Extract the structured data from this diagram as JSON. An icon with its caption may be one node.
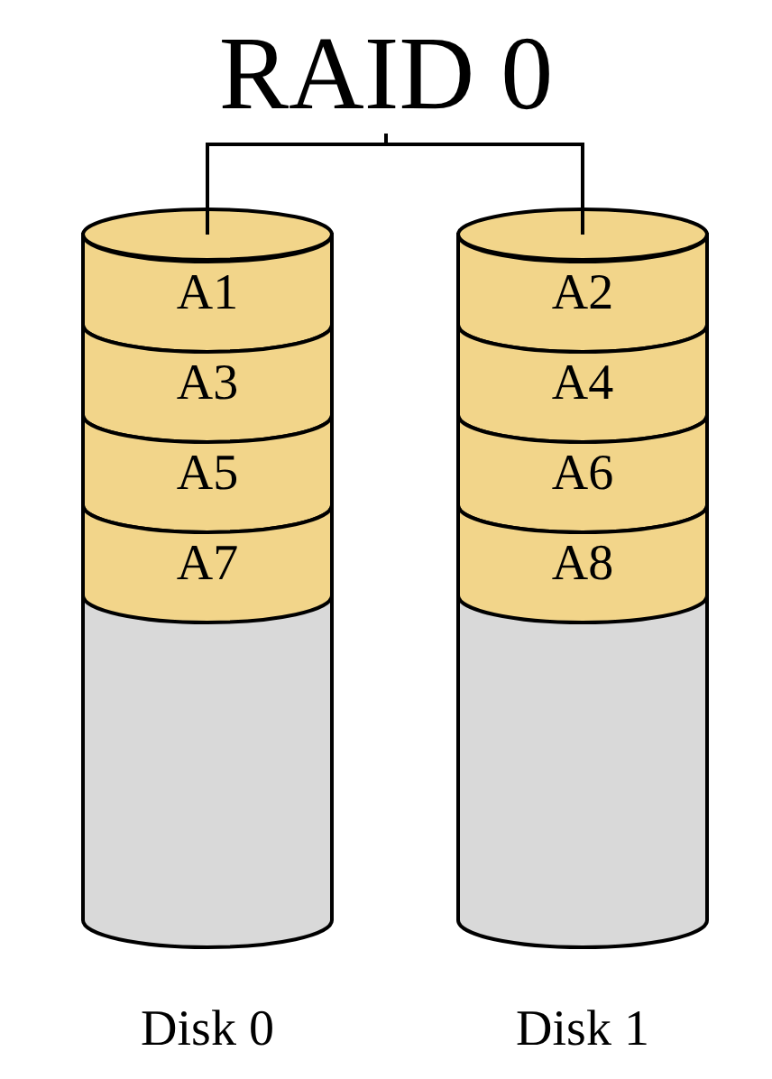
{
  "diagram": {
    "nodes": [
      {
        "text": [
          "RAID 0"
        ]
      },
      {
        "text": [],
        "shape": "cylinder",
        "beside": [
          "Disk 0"
        ]
      },
      {
        "text": [
          "A1"
        ],
        "in": 1
      },
      {
        "text": [
          "A3"
        ],
        "in": 1
      },
      {
        "text": [
          "A5"
        ],
        "in": 1
      },
      {
        "text": [
          "A7"
        ],
        "in": 1
      },
      {
        "text": [],
        "shape": "cylinder",
        "beside": [
          "Disk 1"
        ]
      },
      {
        "text": [
          "A2"
        ],
        "in": 6
      },
      {
        "text": [
          "A4"
        ],
        "in": 6
      },
      {
        "text": [
          "A6"
        ],
        "in": 6
      },
      {
        "text": [
          "A8"
        ],
        "in": 6
      }
    ],
    "edges": [
      {
        "from": 0,
        "to": 1,
        "arrow": "none"
      },
      {
        "from": 0,
        "to": 6,
        "arrow": "none"
      }
    ]
  }
}
